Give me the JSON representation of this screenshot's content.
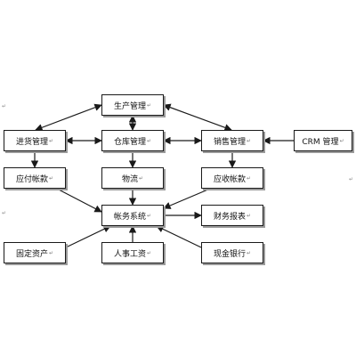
{
  "nodes": {
    "production": {
      "label": "生产管理"
    },
    "purchasing": {
      "label": "进货管理"
    },
    "warehouse": {
      "label": "仓库管理"
    },
    "sales": {
      "label": "销售管理"
    },
    "crm": {
      "label": "CRM 管理"
    },
    "payables": {
      "label": "应付帐款"
    },
    "logistics": {
      "label": "物流"
    },
    "receivables": {
      "label": "应收帐款"
    },
    "accounting": {
      "label": "帐务系统"
    },
    "financial_reports": {
      "label": "财务报表"
    },
    "fixed_assets": {
      "label": "固定资产"
    },
    "payroll": {
      "label": "人事工资"
    },
    "cash_bank": {
      "label": "现金银行"
    }
  },
  "edge_mark": "↵",
  "edges": [
    {
      "from": "production",
      "to": "purchasing",
      "direction": "both"
    },
    {
      "from": "production",
      "to": "warehouse",
      "direction": "both"
    },
    {
      "from": "production",
      "to": "sales",
      "direction": "both"
    },
    {
      "from": "purchasing",
      "to": "warehouse",
      "direction": "both"
    },
    {
      "from": "warehouse",
      "to": "sales",
      "direction": "both"
    },
    {
      "from": "crm",
      "to": "sales",
      "direction": "forward"
    },
    {
      "from": "purchasing",
      "to": "payables",
      "direction": "forward"
    },
    {
      "from": "warehouse",
      "to": "logistics",
      "direction": "forward"
    },
    {
      "from": "sales",
      "to": "receivables",
      "direction": "forward"
    },
    {
      "from": "payables",
      "to": "accounting",
      "direction": "forward"
    },
    {
      "from": "logistics",
      "to": "accounting",
      "direction": "forward"
    },
    {
      "from": "receivables",
      "to": "accounting",
      "direction": "forward"
    },
    {
      "from": "accounting",
      "to": "financial_reports",
      "direction": "forward"
    },
    {
      "from": "fixed_assets",
      "to": "accounting",
      "direction": "forward"
    },
    {
      "from": "payroll",
      "to": "accounting",
      "direction": "forward"
    },
    {
      "from": "cash_bank",
      "to": "accounting",
      "direction": "forward"
    }
  ]
}
